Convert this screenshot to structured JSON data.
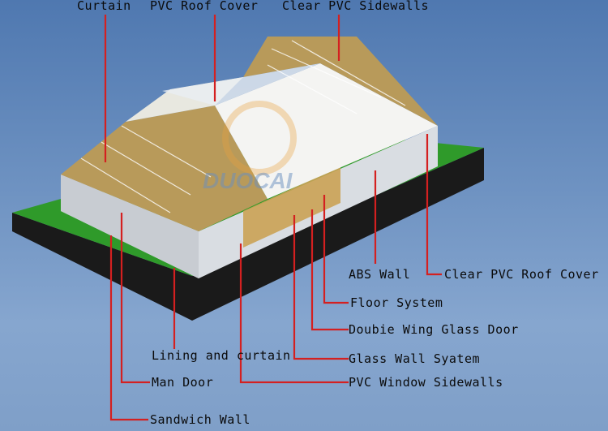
{
  "watermark": "DUOCAI",
  "colors": {
    "leader": "#d42020",
    "grass": "#2f9a2a",
    "base": "#1a1a1a",
    "roof": "#b89a5a"
  },
  "labels": {
    "curtain": "Curtain",
    "pvc_roof_cover": "PVC Roof Cover",
    "clear_pvc_sidewalls": "Clear PVC Sidewalls",
    "abs_wall": "ABS Wall",
    "clear_pvc_roof_cover": "Clear PVC Roof Cover",
    "floor_system": "Floor System",
    "double_wing_glass_door": "Doubie Wing Glass Door",
    "lining_and_curtain": "Lining and curtain",
    "glass_wall_system": "Glass Wall Syatem",
    "man_door": "Man Door",
    "pvc_window_sidewalls": "PVC Window Sidewalls",
    "sandwich_wall": "Sandwich Wall"
  }
}
